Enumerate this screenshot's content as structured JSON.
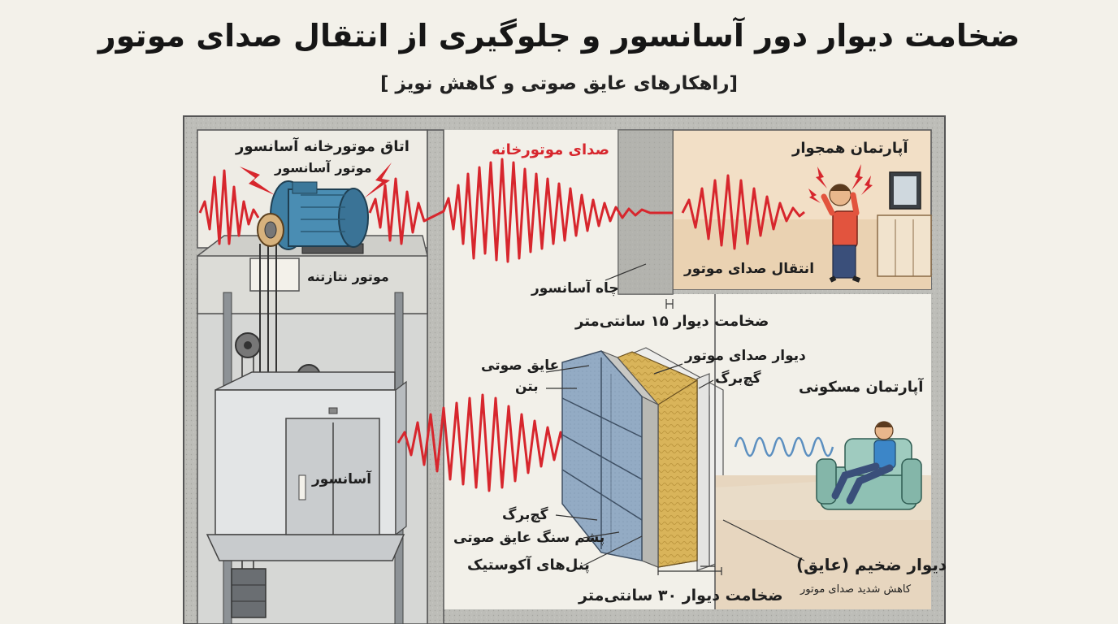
{
  "title": "ضخامت دیوار دور آسانسور و جلوگیری از انتقال صدای موتور",
  "subtitle": "[راهکارهای عایق صوتی و کاهش نویز ]",
  "labels": {
    "motor_room": "اتاق موتورخانه آسانسور",
    "elevator_motor": "موتور آسانسور",
    "gearless_motor": "موتور نتازتنه",
    "motor_noise": "صدای موتورخانه",
    "neighbor_apartment": "آپارتمان همجوار",
    "noise_transfer": "انتقال صدای موتور",
    "elevator_shaft": "چاه آسانسور",
    "wall_15cm": "ضخامت دیوار ۱۵ سانتی‌متر",
    "acoustic_insulation": "عایق صوتی",
    "concrete": "بتن",
    "motor_noise_wall": "دیوار صدای موتور",
    "gypsum_top": "گچ‌برگ",
    "residential_apartment": "آپارتمان مسکونی",
    "elevator": "آسانسور",
    "gypsum_bottom": "گچ‌برگ",
    "rockwool": "پشم سنگ عایق صوتی",
    "acoustic_panels": "پنل‌های آکوستیک",
    "thick_wall": "دیوار ضخیم (عایق)",
    "noise_reduction": "کاهش شدید صدای موتور",
    "wall_30cm": "ضخامت دیوار ۳۰ سانتی‌متر"
  },
  "colors": {
    "noise_wave": "#d7262d",
    "quiet_wave": "#5b8fc0",
    "concrete": "#b8b8b4",
    "insulation": "#d9b45a",
    "panel": "#8fa8c3"
  }
}
